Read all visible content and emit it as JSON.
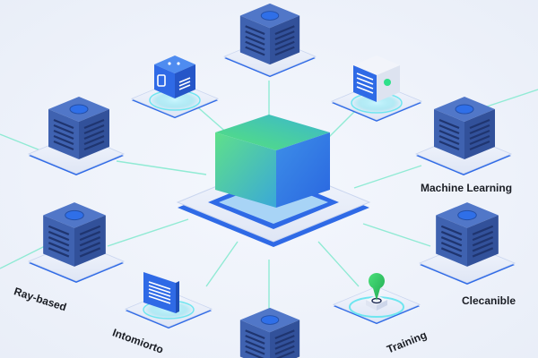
{
  "diagram": {
    "type": "isometric-network",
    "center_node": {
      "name": "core-cube",
      "color_from": "#5ee07e",
      "color_to": "#2f6fe8"
    },
    "colors": {
      "server_top": "#4a6fc0",
      "server_left": "#3d5fae",
      "server_right": "#2f4f98",
      "button": "#2f6fe8",
      "platform": "#e6ecf8",
      "platform_edge": "#2f6ae6",
      "glow": "#5fe0e8",
      "connector": "#7ee8c8",
      "pin": "#2ecc60"
    },
    "labels": {
      "machine_learning": "Machine Learning",
      "ray_based": "Ray-based",
      "clecanible": "Clecanible",
      "intomiorto": "Intomiorto",
      "training": "Training"
    },
    "nodes": [
      {
        "id": "top-server",
        "kind": "server"
      },
      {
        "id": "top-left-app",
        "kind": "app-cube"
      },
      {
        "id": "top-right-box",
        "kind": "storage-box"
      },
      {
        "id": "left-server",
        "kind": "server"
      },
      {
        "id": "right-server",
        "kind": "server",
        "label": "Machine Learning"
      },
      {
        "id": "lower-left-server",
        "kind": "server",
        "label": "Ray-based"
      },
      {
        "id": "lower-right-server",
        "kind": "server",
        "label": "Clecanible"
      },
      {
        "id": "document-node",
        "kind": "document",
        "label": "Intomiorto"
      },
      {
        "id": "pin-node",
        "kind": "location-pin",
        "label": "Training"
      },
      {
        "id": "bottom-server",
        "kind": "server"
      }
    ]
  }
}
